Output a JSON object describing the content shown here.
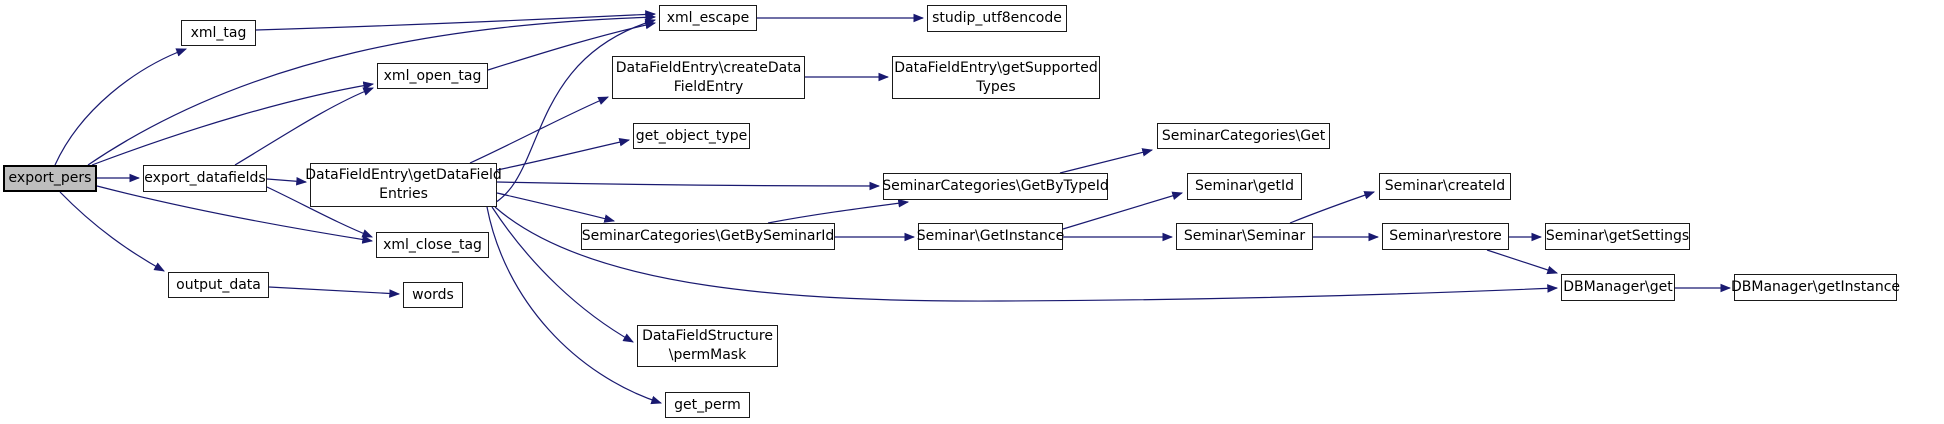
{
  "diagram": {
    "type": "call-graph",
    "root": "export_pers",
    "colors": {
      "edge": "#191970",
      "node_border": "#1a1a1a",
      "node_fill": "#ffffff",
      "root_fill": "#bebebe"
    },
    "nodes": [
      {
        "id": "export_pers",
        "label": "export_pers"
      },
      {
        "id": "xml_tag",
        "label": "xml_tag"
      },
      {
        "id": "xml_open_tag",
        "label": "xml_open_tag"
      },
      {
        "id": "export_datafields",
        "label": "export_datafields"
      },
      {
        "id": "DataFieldEntry_getDataFieldEntries",
        "label": "DataFieldEntry\\getDataField\nEntries"
      },
      {
        "id": "xml_close_tag",
        "label": "xml_close_tag"
      },
      {
        "id": "output_data",
        "label": "output_data"
      },
      {
        "id": "words",
        "label": "words"
      },
      {
        "id": "xml_escape",
        "label": "xml_escape"
      },
      {
        "id": "studip_utf8encode",
        "label": "studip_utf8encode"
      },
      {
        "id": "DataFieldEntry_createDataFieldEntry",
        "label": "DataFieldEntry\\createData\nFieldEntry"
      },
      {
        "id": "DataFieldEntry_getSupportedTypes",
        "label": "DataFieldEntry\\getSupported\nTypes"
      },
      {
        "id": "get_object_type",
        "label": "get_object_type"
      },
      {
        "id": "SeminarCategories_Get",
        "label": "SeminarCategories\\Get"
      },
      {
        "id": "SeminarCategories_GetByTypeId",
        "label": "SeminarCategories\\GetByTypeId"
      },
      {
        "id": "Seminar_getId",
        "label": "Seminar\\getId"
      },
      {
        "id": "Seminar_createId",
        "label": "Seminar\\createId"
      },
      {
        "id": "SeminarCategories_GetBySeminarId",
        "label": "SeminarCategories\\GetBySeminarId"
      },
      {
        "id": "Seminar_GetInstance",
        "label": "Seminar\\GetInstance"
      },
      {
        "id": "Seminar_Seminar",
        "label": "Seminar\\Seminar"
      },
      {
        "id": "Seminar_restore",
        "label": "Seminar\\restore"
      },
      {
        "id": "Seminar_getSettings",
        "label": "Seminar\\getSettings"
      },
      {
        "id": "DBManager_get",
        "label": "DBManager\\get"
      },
      {
        "id": "DBManager_getInstance",
        "label": "DBManager\\getInstance"
      },
      {
        "id": "DataFieldStructure_permMask",
        "label": "DataFieldStructure\n\\permMask"
      },
      {
        "id": "get_perm",
        "label": "get_perm"
      }
    ],
    "edges": [
      {
        "from": "export_pers",
        "to": "xml_tag"
      },
      {
        "from": "export_pers",
        "to": "export_datafields"
      },
      {
        "from": "export_pers",
        "to": "output_data"
      },
      {
        "from": "export_pers",
        "to": "xml_close_tag"
      },
      {
        "from": "export_pers",
        "to": "xml_open_tag"
      },
      {
        "from": "export_pers",
        "to": "xml_escape"
      },
      {
        "from": "export_datafields",
        "to": "xml_open_tag"
      },
      {
        "from": "export_datafields",
        "to": "xml_close_tag"
      },
      {
        "from": "export_datafields",
        "to": "DataFieldEntry_getDataFieldEntries"
      },
      {
        "from": "xml_tag",
        "to": "xml_escape"
      },
      {
        "from": "xml_open_tag",
        "to": "xml_escape"
      },
      {
        "from": "xml_escape",
        "to": "studip_utf8encode"
      },
      {
        "from": "DataFieldEntry_getDataFieldEntries",
        "to": "xml_escape"
      },
      {
        "from": "DataFieldEntry_getDataFieldEntries",
        "to": "DataFieldEntry_createDataFieldEntry"
      },
      {
        "from": "DataFieldEntry_createDataFieldEntry",
        "to": "DataFieldEntry_getSupportedTypes"
      },
      {
        "from": "DataFieldEntry_getDataFieldEntries",
        "to": "get_object_type"
      },
      {
        "from": "DataFieldEntry_getDataFieldEntries",
        "to": "SeminarCategories_GetByTypeId"
      },
      {
        "from": "DataFieldEntry_getDataFieldEntries",
        "to": "SeminarCategories_GetBySeminarId"
      },
      {
        "from": "DataFieldEntry_getDataFieldEntries",
        "to": "DataFieldStructure_permMask"
      },
      {
        "from": "DataFieldEntry_getDataFieldEntries",
        "to": "get_perm"
      },
      {
        "from": "DataFieldEntry_getDataFieldEntries",
        "to": "DBManager_get"
      },
      {
        "from": "SeminarCategories_GetByTypeId",
        "to": "SeminarCategories_Get"
      },
      {
        "from": "SeminarCategories_GetBySeminarId",
        "to": "SeminarCategories_GetByTypeId"
      },
      {
        "from": "SeminarCategories_GetBySeminarId",
        "to": "Seminar_GetInstance"
      },
      {
        "from": "Seminar_GetInstance",
        "to": "Seminar_getId"
      },
      {
        "from": "Seminar_GetInstance",
        "to": "Seminar_Seminar"
      },
      {
        "from": "Seminar_Seminar",
        "to": "Seminar_createId"
      },
      {
        "from": "Seminar_Seminar",
        "to": "Seminar_restore"
      },
      {
        "from": "Seminar_restore",
        "to": "Seminar_getSettings"
      },
      {
        "from": "Seminar_restore",
        "to": "DBManager_get"
      },
      {
        "from": "DBManager_get",
        "to": "DBManager_getInstance"
      },
      {
        "from": "output_data",
        "to": "words"
      }
    ]
  }
}
